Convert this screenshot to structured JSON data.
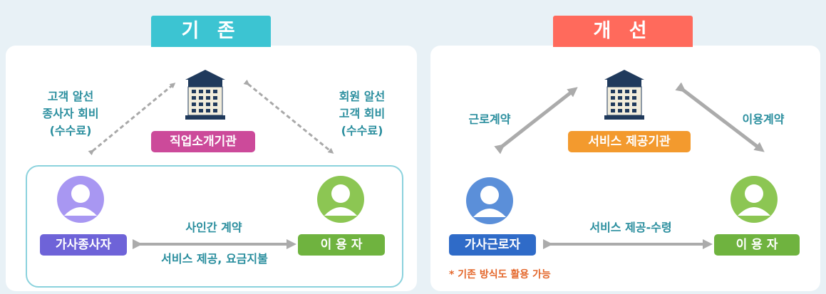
{
  "left": {
    "header": "기 존",
    "agency_label": "직업소개기관",
    "worker_label": "가사종사자",
    "user_label": "이 용 자",
    "left_annotation": [
      "고객 알선",
      "종사자 회비",
      "(수수료)"
    ],
    "right_annotation": [
      "회원 알선",
      "고객 회비",
      "(수수료)"
    ],
    "contract_top": "사인간 계약",
    "contract_bottom": "서비스 제공, 요금지불"
  },
  "right": {
    "header": "개 선",
    "agency_label": "서비스 제공기관",
    "worker_label": "가사근로자",
    "user_label": "이 용 자",
    "left_annotation": "근로계약",
    "right_annotation": "이용계약",
    "contract_top": "서비스 제공-수령",
    "note": "* 기존 방식도 활용 가능"
  },
  "colors": {
    "left_header": "#3cc4d2",
    "right_header": "#ff6a5c",
    "agency_left": "#cc4a9a",
    "agency_right": "#f39a2e",
    "worker_left": "#6e63d8",
    "worker_right": "#2f6bc8",
    "user": "#6fb33f",
    "avatar_left_worker": "#a897f2",
    "avatar_right_worker": "#5b8fd9",
    "avatar_user": "#8cc653"
  },
  "icons": [
    "building-icon",
    "person-avatar-icon",
    "double-arrow-icon"
  ]
}
